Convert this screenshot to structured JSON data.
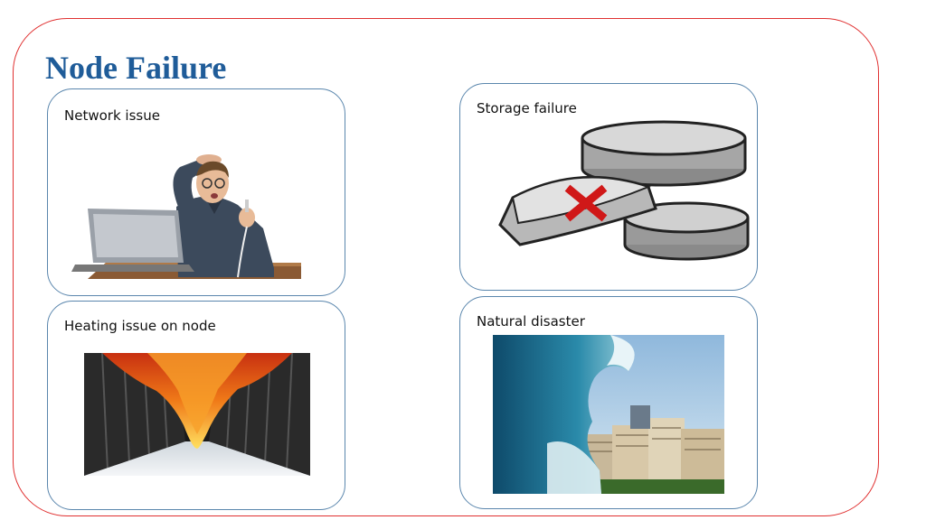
{
  "slide": {
    "title": "Node Failure",
    "accent_color": "#1f5c99",
    "frame_color": "#e03030"
  },
  "cards": [
    {
      "label": "Network issue",
      "icon": "confused-man-laptop-icon"
    },
    {
      "label": "Storage failure",
      "icon": "broken-disk-icon"
    },
    {
      "label": "Heating issue on node",
      "icon": "burning-server-room-icon"
    },
    {
      "label": "Natural disaster",
      "icon": "tsunami-city-icon"
    }
  ]
}
